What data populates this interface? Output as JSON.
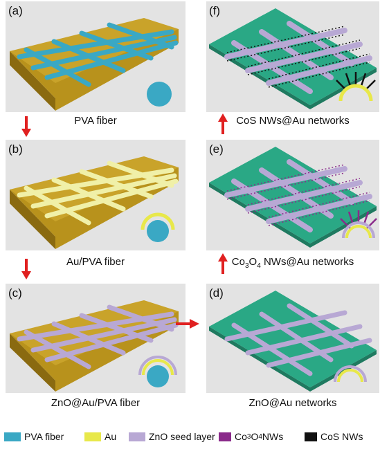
{
  "panels": [
    {
      "id": "a",
      "label": "(a)",
      "caption": "PVA fiber"
    },
    {
      "id": "b",
      "label": "(b)",
      "caption": "Au/PVA fiber"
    },
    {
      "id": "c",
      "label": "(c)",
      "caption": "ZnO@Au/PVA fiber"
    },
    {
      "id": "d",
      "label": "(d)",
      "caption": "ZnO@Au networks"
    },
    {
      "id": "e",
      "label": "(e)",
      "caption_pre": "Co",
      "caption_sub1": "3",
      "caption_mid": "O",
      "caption_sub2": "4",
      "caption_post": " NWs@Au networks"
    },
    {
      "id": "f",
      "label": "(f)",
      "caption": "CoS NWs@Au networks"
    }
  ],
  "legend": [
    {
      "text": "PVA fiber",
      "color": "#3aa8c4"
    },
    {
      "text": "Au",
      "color": "#e8e84a"
    },
    {
      "text": "ZnO seed layer",
      "color": "#b8a8d4"
    },
    {
      "pre": "Co",
      "sub1": "3",
      "mid": "O",
      "sub2": "4",
      "post": " NWs",
      "color": "#8a2a8a"
    },
    {
      "text": "CoS NWs",
      "color": "#111111"
    }
  ],
  "colors": {
    "gold": "#b8921c",
    "gold_dark": "#8a6a10",
    "teal": "#2aa885",
    "teal_dark": "#1f7a60",
    "pva": "#3aa8c4",
    "au": "#e8e84a",
    "zno": "#b8a8d4",
    "co3o4": "#8a2a8a",
    "cos": "#111111",
    "arrow": "#e02020"
  }
}
